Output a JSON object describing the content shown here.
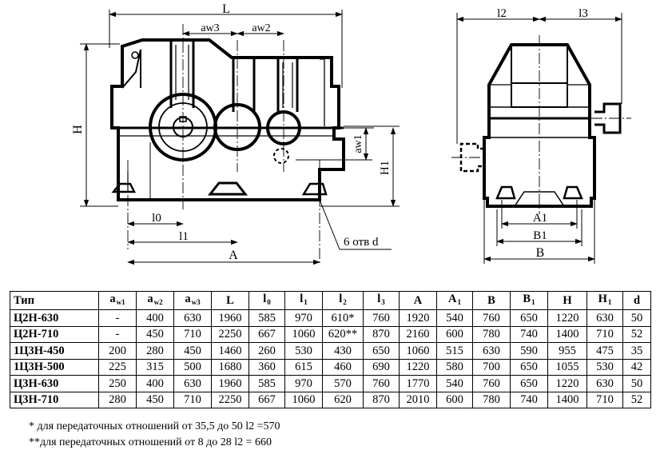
{
  "drawing": {
    "front": {
      "L": "L",
      "aw3": "aw3",
      "aw2": "aw2",
      "H": "H",
      "aw1": "aw1",
      "H1": "H1",
      "l0": "l0",
      "l1": "l1",
      "A": "A",
      "holes": "6 отв d"
    },
    "side": {
      "l2": "l2",
      "l3": "l3",
      "A1": "A1",
      "B1": "B1",
      "B": "B"
    }
  },
  "table": {
    "headers": [
      {
        "main": "Тип",
        "sub": ""
      },
      {
        "main": "a",
        "sub": "w1"
      },
      {
        "main": "a",
        "sub": "w2"
      },
      {
        "main": "a",
        "sub": "w3"
      },
      {
        "main": "L",
        "sub": ""
      },
      {
        "main": "l",
        "sub": "0"
      },
      {
        "main": "l",
        "sub": "1"
      },
      {
        "main": "l",
        "sub": "2"
      },
      {
        "main": "l",
        "sub": "3"
      },
      {
        "main": "A",
        "sub": ""
      },
      {
        "main": "A",
        "sub": "1"
      },
      {
        "main": "B",
        "sub": ""
      },
      {
        "main": "B",
        "sub": "1"
      },
      {
        "main": "H",
        "sub": ""
      },
      {
        "main": "H",
        "sub": "1"
      },
      {
        "main": "d",
        "sub": ""
      }
    ],
    "rows": [
      [
        "Ц2Н-630",
        "-",
        "400",
        "630",
        "1960",
        "585",
        "970",
        "610*",
        "760",
        "1920",
        "540",
        "760",
        "650",
        "1220",
        "630",
        "50"
      ],
      [
        "Ц2Н-710",
        "-",
        "450",
        "710",
        "2250",
        "667",
        "1060",
        "620**",
        "870",
        "2160",
        "600",
        "780",
        "740",
        "1400",
        "710",
        "52"
      ],
      [
        "1Ц3Н-450",
        "200",
        "280",
        "450",
        "1460",
        "260",
        "530",
        "430",
        "650",
        "1060",
        "515",
        "630",
        "590",
        "955",
        "475",
        "35"
      ],
      [
        "1Ц3Н-500",
        "225",
        "315",
        "500",
        "1680",
        "360",
        "615",
        "460",
        "690",
        "1220",
        "580",
        "700",
        "650",
        "1055",
        "530",
        "42"
      ],
      [
        "Ц3Н-630",
        "250",
        "400",
        "630",
        "1960",
        "585",
        "970",
        "570",
        "760",
        "1770",
        "540",
        "760",
        "650",
        "1220",
        "630",
        "50"
      ],
      [
        "Ц3Н-710",
        "280",
        "450",
        "710",
        "2250",
        "667",
        "1060",
        "620",
        "870",
        "2010",
        "600",
        "780",
        "740",
        "1400",
        "710",
        "52"
      ]
    ]
  },
  "notes": [
    "* для передаточных отношений от 35,5 до 50 l2 =570",
    "**для передаточных отношений от 8 до 28 l2 = 660"
  ]
}
